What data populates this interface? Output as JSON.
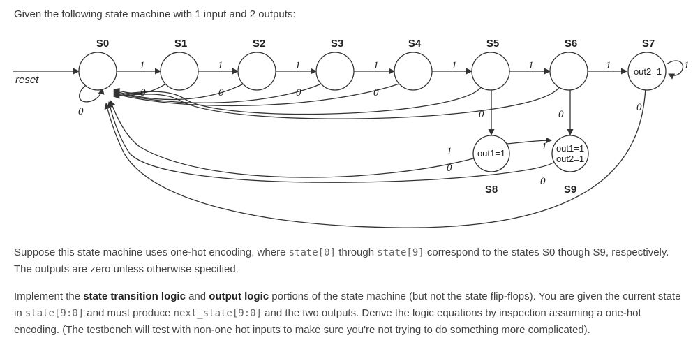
{
  "intro": "Given the following state machine with 1 input and 2 outputs:",
  "diagram": {
    "states": [
      {
        "label": "S0",
        "output": ""
      },
      {
        "label": "S1",
        "output": ""
      },
      {
        "label": "S2",
        "output": ""
      },
      {
        "label": "S3",
        "output": ""
      },
      {
        "label": "S4",
        "output": ""
      },
      {
        "label": "S5",
        "output": ""
      },
      {
        "label": "S6",
        "output": ""
      },
      {
        "label": "S7",
        "output": "out2=1"
      },
      {
        "label": "S8",
        "output": "out1=1"
      },
      {
        "label": "S9",
        "output_line1": "out1=1",
        "output_line2": "out2=1"
      }
    ],
    "reset_label": "reset",
    "one": "1",
    "zero": "0"
  },
  "para1": {
    "a": "Suppose this state machine uses one-hot encoding, where ",
    "code1": "state[0]",
    "b": " through ",
    "code2": "state[9]",
    "c": " correspond to the states S0 though S9, respectively. The outputs are zero unless otherwise specified."
  },
  "para2": {
    "a": "Implement the ",
    "b1": "state transition logic",
    "b": " and ",
    "b2": "output logic",
    "c": " portions of the state machine (but not the state flip-flops). You are given the current state in ",
    "code1": "state[9:0]",
    "d": " and must produce ",
    "code2": "next_state[9:0]",
    "e": " and the two outputs. Derive the logic equations by inspection assuming a one-hot encoding. (The testbench will test with non-one hot inputs to make sure you're not trying to do something more complicated)."
  }
}
